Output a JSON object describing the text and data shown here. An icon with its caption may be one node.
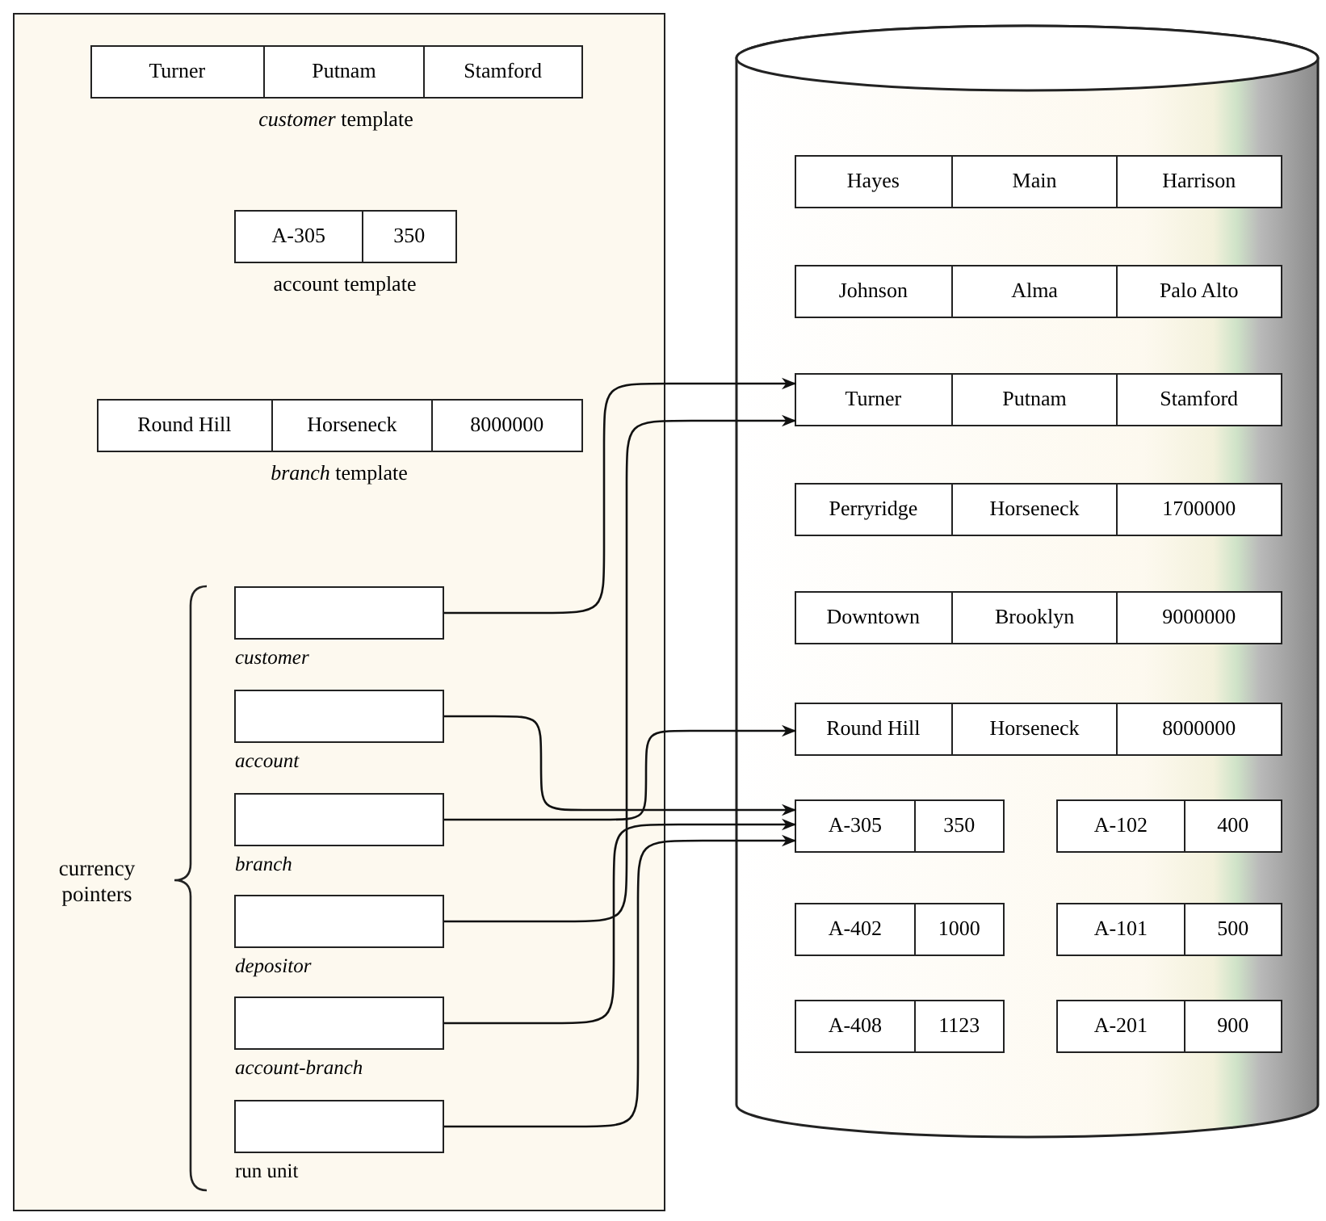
{
  "diagram": {
    "nodes": [
      {
        "text": [],
        "shape": "box"
      },
      {
        "text": [
          "Turner",
          "Putnam",
          "Stamford"
        ],
        "in": 0,
        "beside": [
          "*customer* template"
        ]
      },
      {
        "text": [
          "A-305",
          "350"
        ],
        "in": 0,
        "beside": [
          "account template"
        ]
      },
      {
        "text": [
          "Round Hill",
          "Horseneck",
          "8000000"
        ],
        "in": 0,
        "beside": [
          "*branch* template"
        ]
      },
      {
        "text": [
          "customer"
        ],
        "in": 0
      },
      {
        "text": [
          "account"
        ],
        "in": 0
      },
      {
        "text": [
          "branch"
        ],
        "in": 0
      },
      {
        "text": [
          "depositor"
        ],
        "in": 0
      },
      {
        "text": [
          "account-branch"
        ],
        "in": 0
      },
      {
        "text": [
          "run unit"
        ],
        "in": 0
      },
      {
        "text": [],
        "shape": "cylinder"
      },
      {
        "text": [
          "Hayes",
          "Main",
          "Harrison"
        ],
        "in": 10
      },
      {
        "text": [
          "Johnson",
          "Alma",
          "Palo Alto"
        ],
        "in": 10
      },
      {
        "text": [
          "Turner",
          "Putnam",
          "Stamford"
        ],
        "in": 10
      },
      {
        "text": [
          "Perryridge",
          "Horseneck",
          "1700000"
        ],
        "in": 10
      },
      {
        "text": [
          "Downtown",
          "Brooklyn",
          "9000000"
        ],
        "in": 10
      },
      {
        "text": [
          "Round Hill",
          "Horseneck",
          "8000000"
        ],
        "in": 10
      },
      {
        "text": [
          "A-305",
          "350"
        ],
        "in": 10
      },
      {
        "text": [
          "A-102",
          "400"
        ],
        "in": 10
      },
      {
        "text": [
          "A-402",
          "1000"
        ],
        "in": 10
      },
      {
        "text": [
          "A-101",
          "500"
        ],
        "in": 10
      },
      {
        "text": [
          "A-408",
          "1123"
        ],
        "in": 10
      },
      {
        "text": [
          "A-201",
          "900"
        ],
        "in": 10
      }
    ],
    "edges": [
      {
        "from": 4,
        "to": 13,
        "arrow": "to"
      },
      {
        "from": 5,
        "to": 17,
        "arrow": "to"
      },
      {
        "from": 6,
        "to": 16,
        "arrow": "to"
      },
      {
        "from": 7,
        "to": 13,
        "arrow": "to"
      },
      {
        "from": 8,
        "to": 17,
        "arrow": "to"
      },
      {
        "from": 9,
        "to": 17,
        "arrow": "to"
      }
    ],
    "labels": [
      "currency pointers"
    ]
  }
}
